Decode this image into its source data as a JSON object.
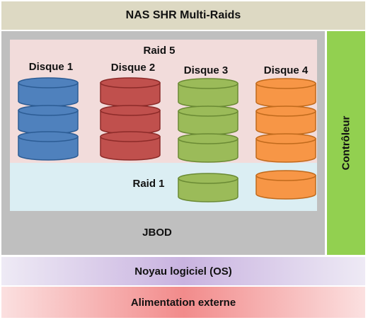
{
  "title": "NAS SHR Multi-Raids",
  "raid5_label": "Raid 5",
  "raid1_label": "Raid 1",
  "jbod_label": "JBOD",
  "controller_label": "Contrôleur",
  "os_label": "Noyau logiciel (OS)",
  "power_label": "Alimentation externe",
  "disks": [
    {
      "label": "Disque 1",
      "color": "#4f81bd",
      "dark": "#2c5c94"
    },
    {
      "label": "Disque 2",
      "color": "#c0504d",
      "dark": "#8c2b29"
    },
    {
      "label": "Disque 3",
      "color": "#9bbb59",
      "dark": "#6a8a34"
    },
    {
      "label": "Disque 4",
      "color": "#f79646",
      "dark": "#c06a1c"
    }
  ],
  "colors": {
    "header": "#ddd9c3",
    "main_area": "#bfbfbf",
    "raid5_band": "#f2dcdb",
    "raid1_band": "#dbeef3",
    "controller": "#92d050",
    "os_band": "#c9b3e0",
    "power_band": "#f28b8b"
  }
}
